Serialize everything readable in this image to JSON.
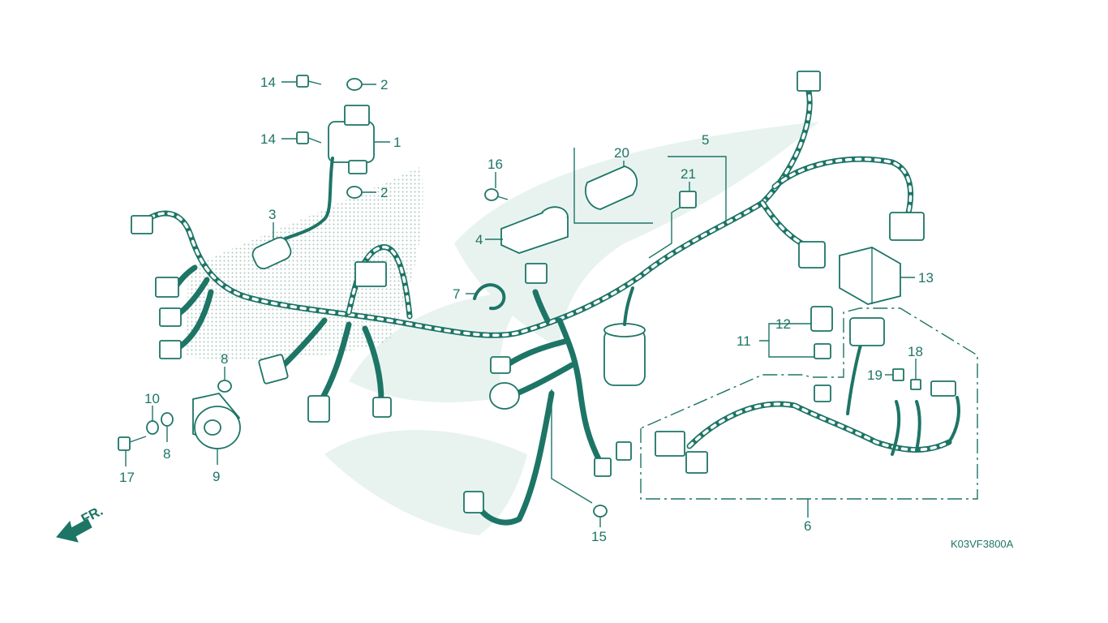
{
  "drawing_code": "K03VF3800A",
  "direction_label": "FR.",
  "callouts": [
    {
      "id": "c1",
      "num": "1"
    },
    {
      "id": "c2a",
      "num": "2"
    },
    {
      "id": "c2b",
      "num": "2"
    },
    {
      "id": "c3",
      "num": "3"
    },
    {
      "id": "c4",
      "num": "4"
    },
    {
      "id": "c5",
      "num": "5"
    },
    {
      "id": "c6",
      "num": "6"
    },
    {
      "id": "c7",
      "num": "7"
    },
    {
      "id": "c8a",
      "num": "8"
    },
    {
      "id": "c8b",
      "num": "8"
    },
    {
      "id": "c9",
      "num": "9"
    },
    {
      "id": "c10",
      "num": "10"
    },
    {
      "id": "c11",
      "num": "11"
    },
    {
      "id": "c12",
      "num": "12"
    },
    {
      "id": "c13",
      "num": "13"
    },
    {
      "id": "c14a",
      "num": "14"
    },
    {
      "id": "c14b",
      "num": "14"
    },
    {
      "id": "c15",
      "num": "15"
    },
    {
      "id": "c16",
      "num": "16"
    },
    {
      "id": "c17",
      "num": "17"
    },
    {
      "id": "c18",
      "num": "18"
    },
    {
      "id": "c19",
      "num": "19"
    },
    {
      "id": "c20",
      "num": "20"
    },
    {
      "id": "c21",
      "num": "21"
    }
  ],
  "colors": {
    "line": "#1d7566",
    "watermark": "#e6f2ee",
    "stipple": "#8fb5ac"
  }
}
